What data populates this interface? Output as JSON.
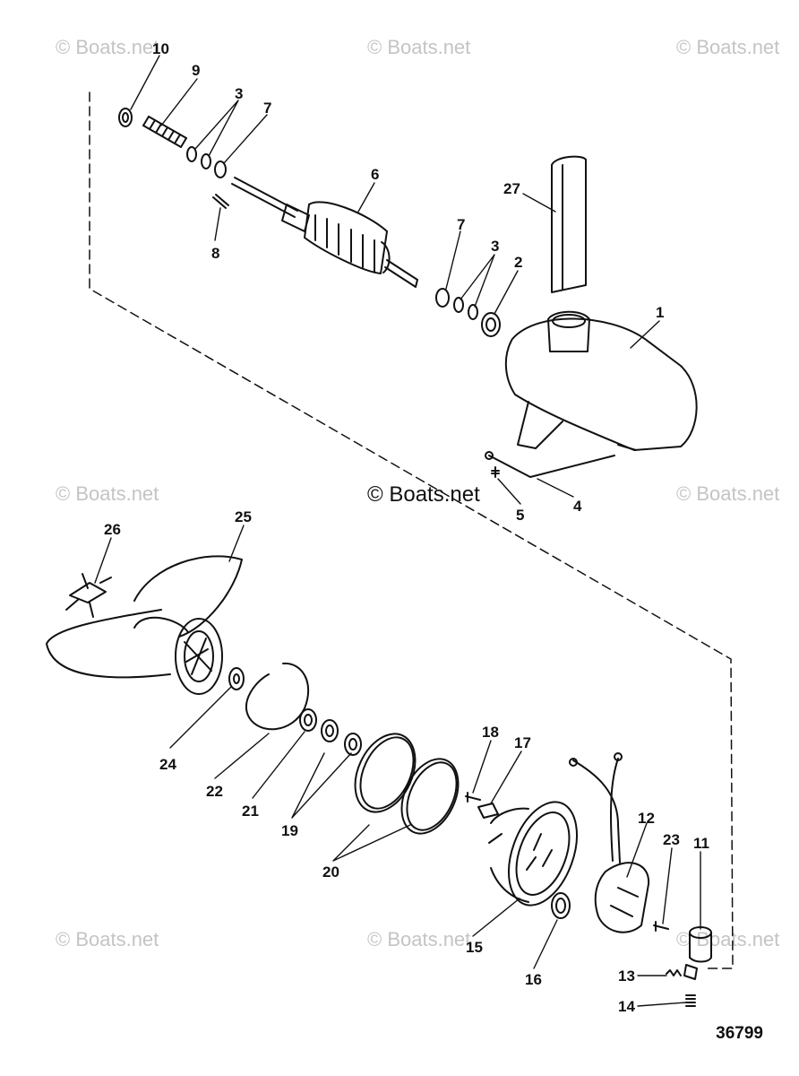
{
  "watermark": "© Boats.net",
  "watermark_center": "© Boats.net",
  "drawing_number": "36799",
  "callouts": {
    "c1": "1",
    "c2": "2",
    "c3a": "3",
    "c3b": "3",
    "c4": "4",
    "c5": "5",
    "c6": "6",
    "c7a": "7",
    "c7b": "7",
    "c8": "8",
    "c9": "9",
    "c10": "10",
    "c11": "11",
    "c12": "12",
    "c13": "13",
    "c14": "14",
    "c15": "15",
    "c16": "16",
    "c17": "17",
    "c18": "18",
    "c19": "19",
    "c20": "20",
    "c21": "21",
    "c22": "22",
    "c23": "23",
    "c24": "24",
    "c25": "25",
    "c26": "26",
    "c27": "27"
  }
}
